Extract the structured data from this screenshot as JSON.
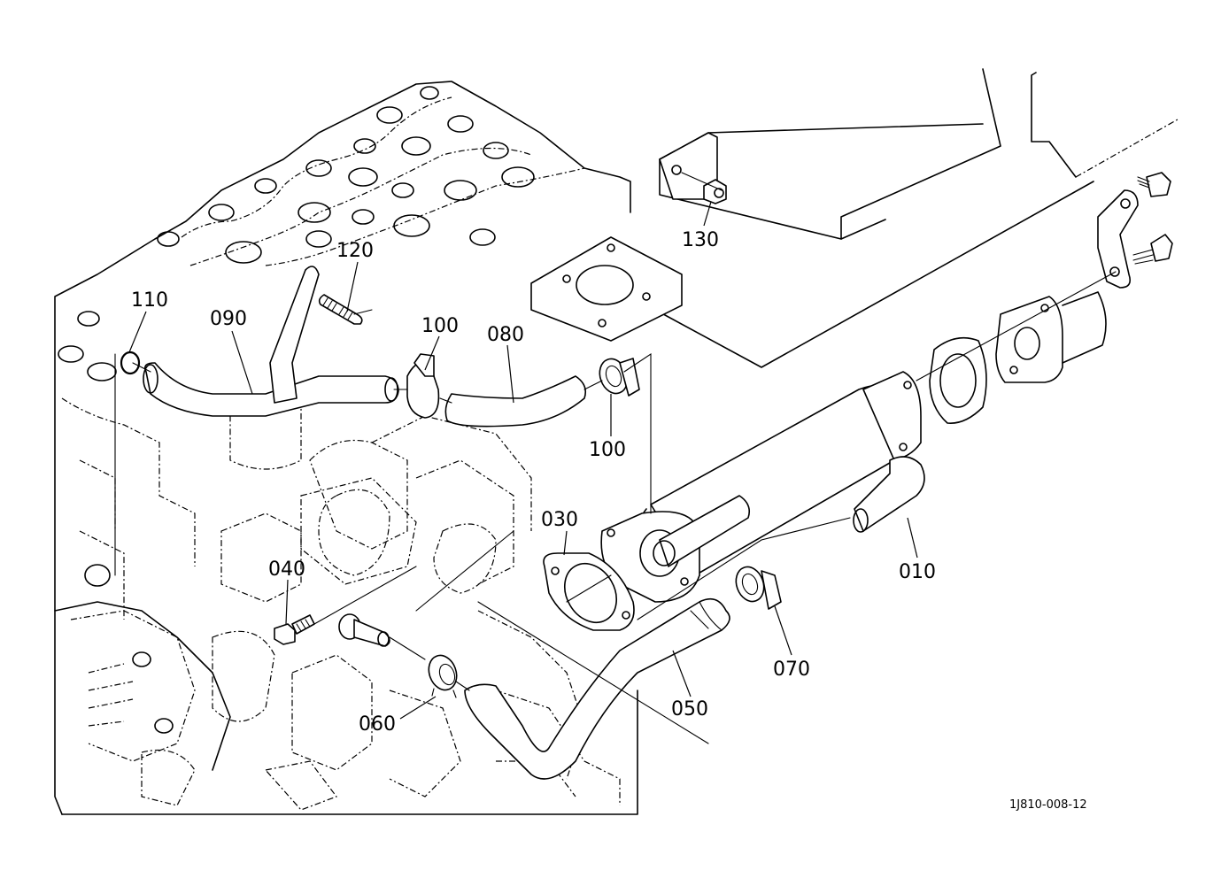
{
  "diagram": {
    "type": "exploded-parts-view",
    "subject": "Engine EGR cooler and coolant pipe assembly",
    "drawing_code": "1J810-008-12",
    "callouts": [
      {
        "id": "010",
        "part": "EGR cooler pipe"
      },
      {
        "id": "030",
        "part": "gasket"
      },
      {
        "id": "040",
        "part": "bolt"
      },
      {
        "id": "050",
        "part": "hose"
      },
      {
        "id": "060",
        "part": "hose clamp"
      },
      {
        "id": "070",
        "part": "hose clamp"
      },
      {
        "id": "080",
        "part": "hose"
      },
      {
        "id": "090",
        "part": "pipe"
      },
      {
        "id": "100",
        "part": "hose clamp"
      },
      {
        "id": "100b",
        "part": "hose clamp"
      },
      {
        "id": "110",
        "part": "o-ring"
      },
      {
        "id": "120",
        "part": "stud bolt"
      },
      {
        "id": "130",
        "part": "nut"
      }
    ]
  }
}
